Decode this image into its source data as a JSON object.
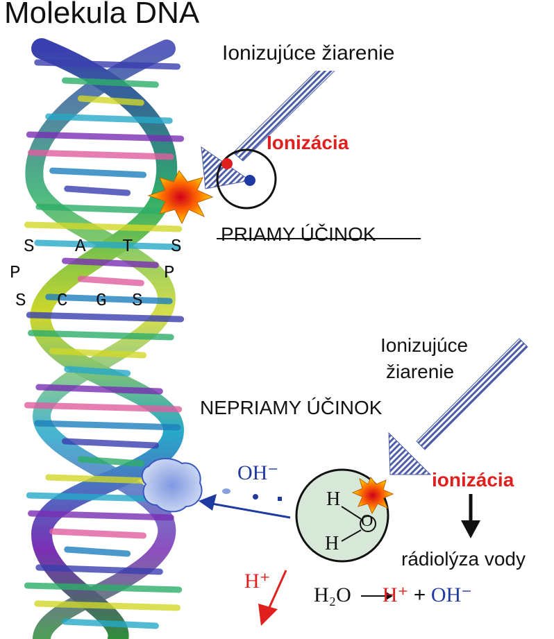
{
  "title": "Molekula DNA",
  "top": {
    "radiation_label": "Ionizujúce žiarenie",
    "ionization_label": "Ionizácia",
    "effect_label": "PRIAMY ÚČINOK"
  },
  "bases": {
    "row1": [
      "S",
      "A",
      "T",
      "S"
    ],
    "row2": [
      "P",
      "P"
    ],
    "row3": [
      "S",
      "C",
      "G",
      "S"
    ]
  },
  "bottom": {
    "radiation_label_line1": "Ionizujúce",
    "radiation_label_line2": "žiarenie",
    "effect_label": "NEPRIAMY ÚČINOK",
    "ionization_label": "ionizácia",
    "radiolysis_label": "rádiolýza vody",
    "oh_label": "OH⁻",
    "h_plus_label": "H⁺",
    "water_atoms": [
      "H",
      "O",
      "H"
    ]
  },
  "equation": {
    "lhs": "H₂O",
    "arrow": "→",
    "h_plus": "H⁺",
    "plus": "+",
    "oh_minus": "OH⁻"
  },
  "colors": {
    "red": "#e0201e",
    "blue": "#2a3f9a",
    "arrow_hatch": "#5a6aa8",
    "water_fill": "#d8e8d8",
    "damage_blob": "#9fb2e6"
  }
}
